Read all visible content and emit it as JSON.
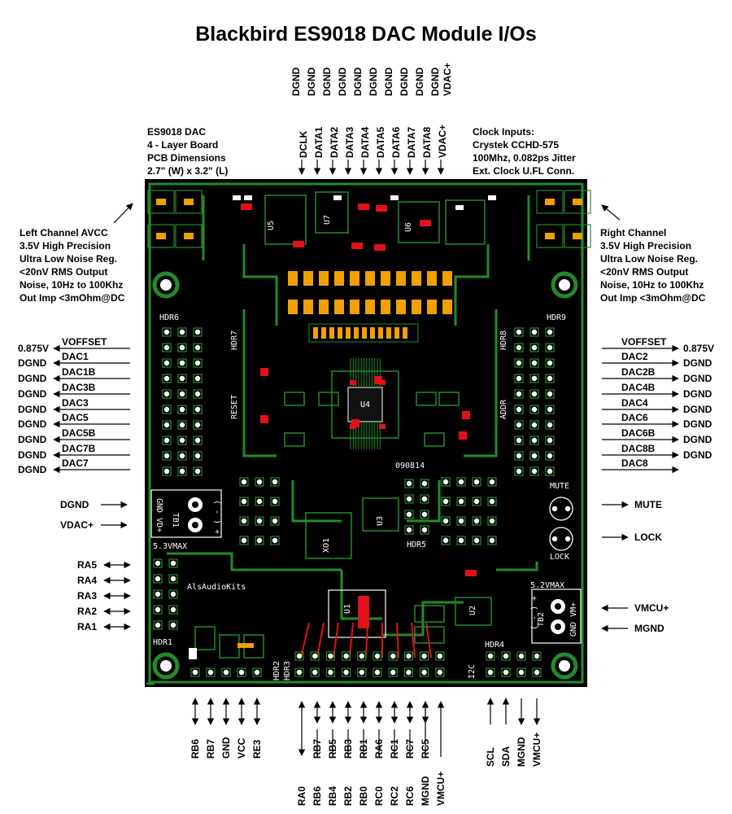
{
  "title": "Blackbird ES9018 DAC Module I/Os",
  "notes": {
    "board": [
      "ES9018 DAC",
      "4 - Layer Board",
      "PCB Dimensions",
      "2.7\" (W) x 3.2\" (L)"
    ],
    "clock": [
      "Clock Inputs:",
      "Crystek CCHD-575",
      "100Mhz, 0.082ps Jitter",
      "Ext. Clock U.FL Conn."
    ],
    "left_reg": [
      "Left Channel AVCC",
      "3.5V High Precision",
      "Ultra Low Noise Reg.",
      "<20nV RMS Output",
      "Noise, 10Hz to 100Khz",
      "Out Imp <3mOhm@DC"
    ],
    "right_reg": [
      "Right Channel",
      "3.5V High Precision",
      "Ultra Low Noise Reg.",
      "<20nV RMS Output",
      "Noise, 10Hz to 100Khz",
      "Out Imp <3mOhm@DC"
    ]
  },
  "top_pins": {
    "upper": [
      "DGND",
      "DGND",
      "DGND",
      "DGND",
      "DGND",
      "DGND",
      "DGND",
      "DGND",
      "DGND",
      "DGND",
      "VDAC+"
    ],
    "lower": [
      "DCLK",
      "DATA1",
      "DATA2",
      "DATA3",
      "DATA4",
      "DATA5",
      "DATA6",
      "DATA7",
      "DATA8",
      "VDAC+"
    ]
  },
  "left_outputs": [
    {
      "net": "0.875V",
      "signal": "VOFFSET"
    },
    {
      "net": "DGND",
      "signal": "DAC1"
    },
    {
      "net": "DGND",
      "signal": "DAC1B"
    },
    {
      "net": "DGND",
      "signal": "DAC3B"
    },
    {
      "net": "DGND",
      "signal": "DAC3"
    },
    {
      "net": "DGND",
      "signal": "DAC5"
    },
    {
      "net": "DGND",
      "signal": "DAC5B"
    },
    {
      "net": "DGND",
      "signal": "DAC7B"
    },
    {
      "net": "DGND",
      "signal": "DAC7"
    }
  ],
  "right_outputs": [
    {
      "signal": "VOFFSET",
      "net": "0.875V"
    },
    {
      "signal": "DAC2",
      "net": "DGND"
    },
    {
      "signal": "DAC2B",
      "net": "DGND"
    },
    {
      "signal": "DAC4B",
      "net": "DGND"
    },
    {
      "signal": "DAC4",
      "net": "DGND"
    },
    {
      "signal": "DAC6",
      "net": "DGND"
    },
    {
      "signal": "DAC6B",
      "net": "DGND"
    },
    {
      "signal": "DAC8B",
      "net": "DGND"
    },
    {
      "signal": "DAC8",
      "net": ""
    }
  ],
  "left_power": [
    "DGND",
    "VDAC+"
  ],
  "left_ra": [
    "RA5",
    "RA4",
    "RA3",
    "RA2",
    "RA1"
  ],
  "right_status": [
    "MUTE",
    "LOCK"
  ],
  "right_mcu_power": [
    "VMCU+",
    "MGND"
  ],
  "bottom_hdr1": [
    "RB6",
    "RB7",
    "GND",
    "VCC",
    "RE3"
  ],
  "bottom_hdr3": {
    "upper": [
      "RB7",
      "RB5",
      "RB3",
      "RB1",
      "RA6",
      "RC1",
      "RC7",
      "RC5"
    ],
    "lower": [
      "RA0",
      "RB6",
      "RB4",
      "RB2",
      "RB0",
      "RC0",
      "RC2",
      "RC6",
      "MGND",
      "VMCU+"
    ]
  },
  "bottom_i2c": [
    "SCL",
    "SDA",
    "MGND",
    "VMCU+"
  ],
  "silkscreen": {
    "hdr6": "HDR6",
    "hdr7": "HDR7",
    "hdr8": "HDR8",
    "hdr9": "HDR9",
    "hdr5": "HDR5",
    "hdr1": "HDR1",
    "hdr2": "HDR2",
    "hdr3": "HDR3",
    "hdr4": "HDR4",
    "reset": "RESET",
    "addr": "ADDR",
    "date": "090814",
    "tb1_max": "5.3VMAX",
    "brand": "AlsAudioKits",
    "tb2_max": "5.2VMAX",
    "mute": "MUTE",
    "lock": "LOCK",
    "i2c": "I2C",
    "tb1": "TB1",
    "tb2": "TB2",
    "u3": "U3",
    "u4": "U4",
    "u1": "U1",
    "u2": "U2",
    "u5": "U5",
    "u6": "U6",
    "u7": "U7",
    "xo1": "XO1",
    "tb1_pins": "GND VD+",
    "tb2_pins": "GND VM+",
    "polarity": "( - ) +"
  },
  "colors": {
    "board": "#000000",
    "copper": "#238a2a",
    "pad": "#ffffff",
    "smd": "#f0a000",
    "red": "#e3101a"
  }
}
